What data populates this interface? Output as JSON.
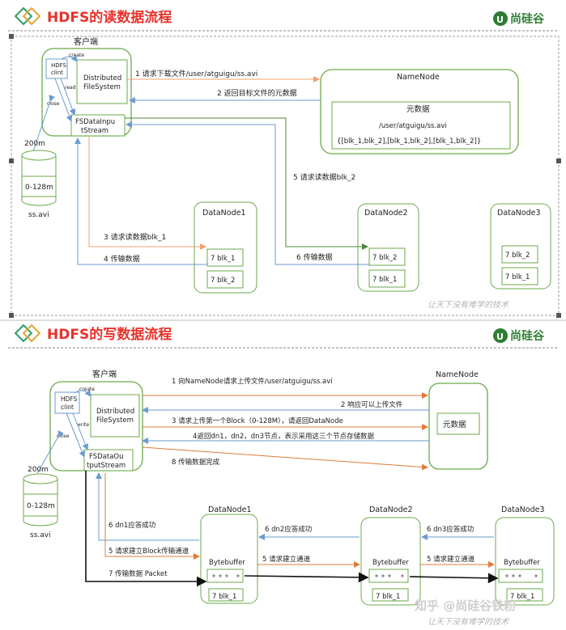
{
  "read": {
    "title": "HDFS的读数据流程",
    "brand": "尚硅谷",
    "client_label": "客户端",
    "hdfs_client": [
      "HDFS",
      "clint"
    ],
    "create": "create",
    "read": "read",
    "close": "close",
    "dfs": [
      "Distributed",
      "FileSystem"
    ],
    "fsin": [
      "FSDataInpu",
      "tStream"
    ],
    "size": "200m",
    "block_range": "0-128m",
    "file": "ss.avi",
    "namenode": "NameNode",
    "meta_title": "元数据",
    "meta_path": "/user/atguigu/ss.avi",
    "meta_blocks": "{[blk_1,blk_2],[blk_1,blk_2],[blk_1,blk_2]}",
    "step1": "1 请求下载文件/user/atguigu/ss.avi",
    "step2": "2 返回目标文件的元数据",
    "step3": "3 请求读数据blk_1",
    "step4": "4 传输数据",
    "step5": "5 请求读数据blk_2",
    "step6": "6 传输数据",
    "dn1": "DataNode1",
    "dn2": "DataNode2",
    "dn3": "DataNode3",
    "blk1": "7 blk_1",
    "blk2": "7 blk_2",
    "watermark": "让天下没有难学的技术"
  },
  "write": {
    "title": "HDFS的写数据流程",
    "brand": "尚硅谷",
    "client_label": "客户端",
    "hdfs_client": [
      "HDFS",
      "clint"
    ],
    "create": "create",
    "write": "write",
    "close": "close",
    "dfs": [
      "Distributed",
      "FileSystem"
    ],
    "fsout": [
      "FSDataOu",
      "tputStream"
    ],
    "size": "200m",
    "block_range": "0-128m",
    "file": "ss.avi",
    "namenode": "NameNode",
    "meta": "元数据",
    "step1": "1 向NameNode请求上传文件/user/atguigu/ss.avi",
    "step2": "2 响应可以上传文件",
    "step3": "3 请求上传第一个Block（0-128M），请返回DataNode",
    "step4": "4返回dn1，dn2，dn3节点，表示采用这三个节点存储数据",
    "step8": "8 传输数据完成",
    "step5a": "5 请求建立Block传输通道",
    "step5b": "5 请求建立通道",
    "step5c": "5 请求建立通道",
    "step6a": "6 dn1应答成功",
    "step6b": "6 dn2应答成功",
    "step6c": "6 dn3应答成功",
    "step7": "7 传输数据 Packet",
    "dn1": "DataNode1",
    "dn2": "DataNode2",
    "dn3": "DataNode3",
    "bytebuffer": "Bytebuffer",
    "blk1": "7 blk_1",
    "watermark": "让天下没有难学的技术",
    "zhihu": "知乎 @尚硅谷铁粉"
  },
  "colors": {
    "green": "#6aaa4a",
    "orange": "#f0a070",
    "blue": "#6b9bd0",
    "red": "#e8322b",
    "dark_orange": "#e07b39"
  }
}
